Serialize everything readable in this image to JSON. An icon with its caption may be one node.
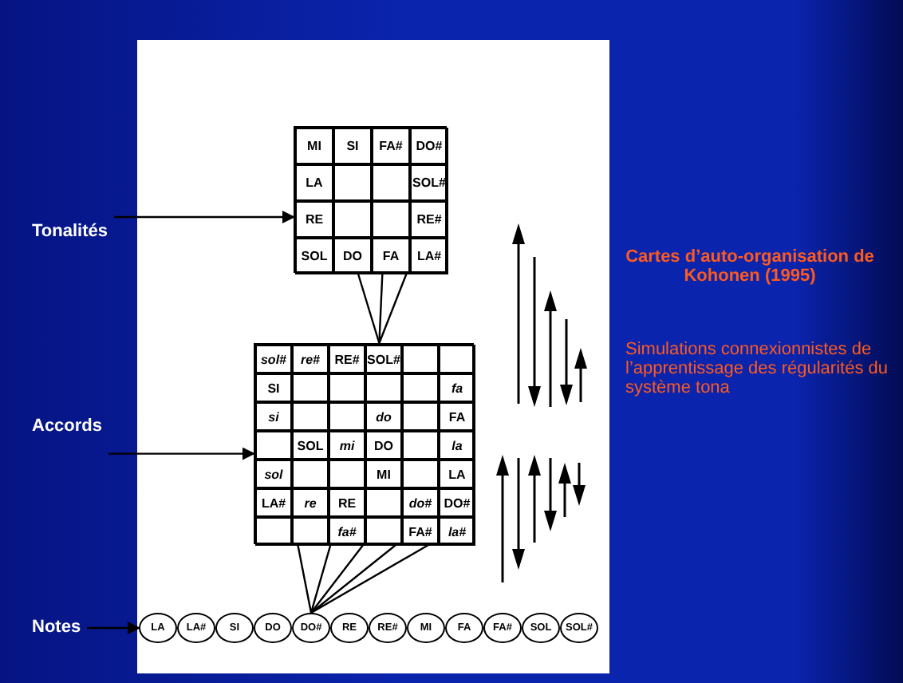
{
  "diagram": {
    "nodes": [
      {
        "text": [
          "Tonalités"
        ]
      },
      {
        "text": [
          "Accords"
        ]
      },
      {
        "text": [
          "Notes"
        ]
      },
      {
        "text": [
          "MI",
          "SI",
          "FA#",
          "DO#",
          "LA",
          "SOL#",
          "RE",
          "RE#",
          "SOL",
          "DO",
          "FA",
          "LA#"
        ]
      },
      {
        "text": [
          "sol#",
          "re#",
          "RE#",
          "SOL#",
          "SI",
          "fa",
          "si",
          "do",
          "FA",
          "SOL",
          "mi",
          "DO",
          "la",
          "sol",
          "MI",
          "LA",
          "LA#",
          "re",
          "RE",
          "do#",
          "DO#",
          "fa#",
          "FA#",
          "la#"
        ]
      },
      {
        "text": [
          "LA"
        ]
      },
      {
        "text": [
          "LA#"
        ]
      },
      {
        "text": [
          "SI"
        ]
      },
      {
        "text": [
          "DO"
        ]
      },
      {
        "text": [
          "DO#"
        ]
      },
      {
        "text": [
          "RE"
        ]
      },
      {
        "text": [
          "RE#"
        ]
      },
      {
        "text": [
          "MI"
        ]
      },
      {
        "text": [
          "FA"
        ]
      },
      {
        "text": [
          "FA#"
        ]
      },
      {
        "text": [
          "SOL"
        ]
      },
      {
        "text": [
          "SOL#"
        ]
      }
    ],
    "edges": [
      {
        "from": 0,
        "to": 3,
        "arrow": "to"
      },
      {
        "from": 1,
        "to": 4,
        "arrow": "to"
      },
      {
        "from": 2,
        "to": 5,
        "arrow": "to"
      },
      {
        "from": 3,
        "to": 4,
        "arrow": "none"
      },
      {
        "from": 3,
        "to": 4,
        "arrow": "none"
      },
      {
        "from": 3,
        "to": 4,
        "arrow": "none"
      },
      {
        "from": 4,
        "to": 9,
        "arrow": "none"
      },
      {
        "from": 4,
        "to": 9,
        "arrow": "none"
      },
      {
        "from": 4,
        "to": 9,
        "arrow": "none"
      },
      {
        "from": 4,
        "to": 9,
        "arrow": "none"
      },
      {
        "from": 4,
        "to": 9,
        "arrow": "none"
      }
    ],
    "labels": [
      "Cartes d’auto-organisation de Kohonen (1995)",
      "Simulations connexionnistes de l’apprentissage des régularités du système tona"
    ]
  }
}
